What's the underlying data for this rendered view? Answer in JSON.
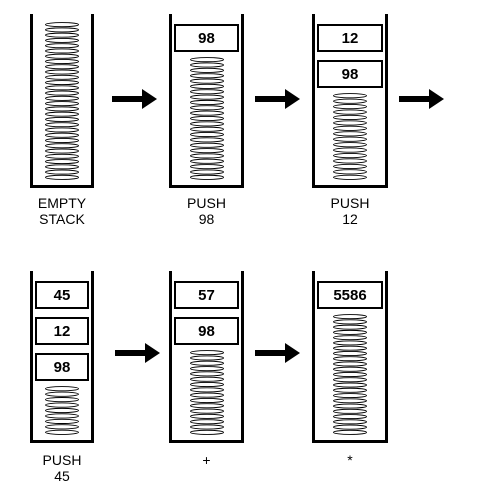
{
  "stacks": [
    {
      "caption": [
        "EMPTY",
        "STACK"
      ],
      "values": []
    },
    {
      "caption": [
        "PUSH",
        "98"
      ],
      "values": [
        "98"
      ]
    },
    {
      "caption": [
        "PUSH",
        "12"
      ],
      "values": [
        "12",
        "98"
      ]
    },
    {
      "caption": [
        "PUSH",
        "45"
      ],
      "values": [
        "45",
        "12",
        "98"
      ]
    },
    {
      "caption": [
        "+"
      ],
      "values": [
        "57",
        "98"
      ]
    },
    {
      "caption": [
        "*"
      ],
      "values": [
        "5586"
      ]
    }
  ]
}
